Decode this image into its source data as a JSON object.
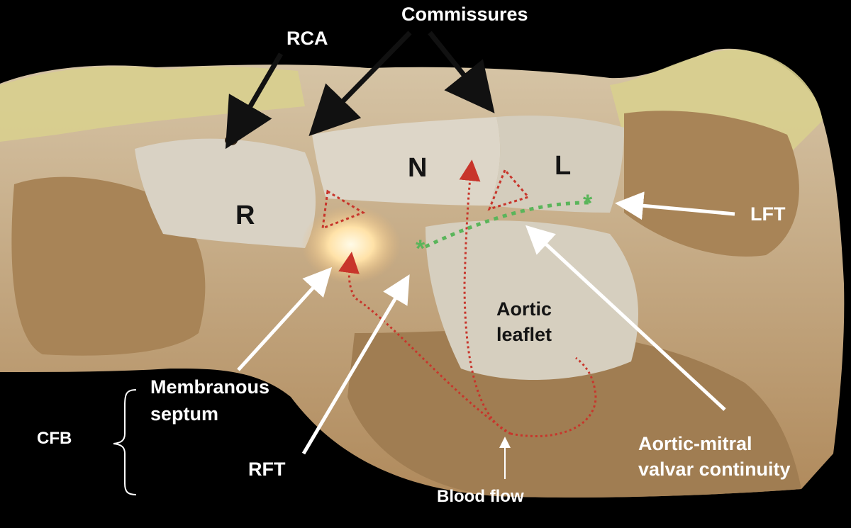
{
  "labels": {
    "commissures": "Commissures",
    "rca": "RCA",
    "leaflet_r": "R",
    "leaflet_n": "N",
    "leaflet_l": "L",
    "lft": "LFT",
    "aortic_leaflet_line1": "Aortic",
    "aortic_leaflet_line2": "leaflet",
    "membranous_line1": "Membranous",
    "membranous_line2": "septum",
    "cfb": "CFB",
    "rft": "RFT",
    "blood_flow": "Blood flow",
    "aortic_mitral_line1": "Aortic-mitral",
    "aortic_mitral_line2": "valvar continuity"
  },
  "colors": {
    "background": "#000000",
    "tissue": "#c9ab86",
    "valve": "#d9d2c4",
    "fat": "#d8cf8e",
    "muscle": "#a88457",
    "arrow_black": "#111111",
    "arrow_white": "#ffffff",
    "flow_red": "#c8352b",
    "continuity_green": "#5ab55a"
  }
}
